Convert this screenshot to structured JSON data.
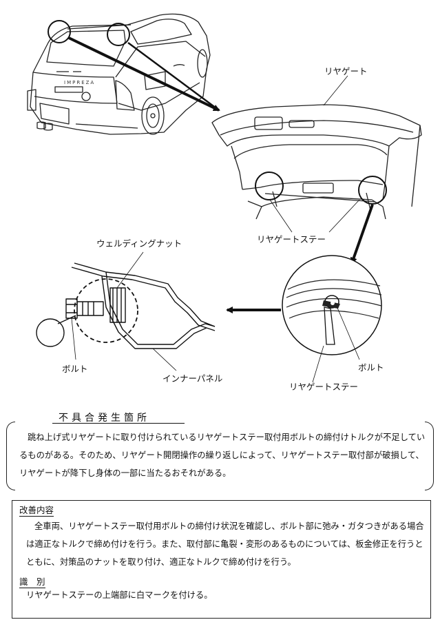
{
  "labels": {
    "liftgate": "リヤゲート",
    "liftgate_stay_top": "リヤゲートステー",
    "welding_nut": "ウェルディングナット",
    "bolt_left": "ボルト",
    "inner_panel": "インナーパネル",
    "bolt_right": "ボルト",
    "liftgate_stay_bottom": "リヤゲートステー"
  },
  "defect": {
    "title": "不具合発生箇所",
    "text": "跳ね上げ式リヤゲートに取り付けられているリヤゲートステー取付用ボルトの締付けトルクが不足しているものがある。そのため、リヤゲート開閉操作の繰り返しによって、リヤゲートステー取付部が破損して、リヤゲートが降下し身体の一部に当たるおそれがある。"
  },
  "remedy": {
    "heading": "改善内容",
    "text": "全車両、リヤゲートステー取付用ボルトの締付け状況を確認し、ボルト部に弛み・ガタつきがある場合は適正なトルクで締め付けを行う。また、取付部に亀裂・変形のあるものについては、板金修正を行うとともに、対策品のナットを取り付け、適正なトルクで締め付けを行う。",
    "id_heading": "識　別",
    "id_text": "リヤゲートステーの上端部に白マークを付ける。"
  },
  "car": {
    "badge": "IMPREZA"
  }
}
